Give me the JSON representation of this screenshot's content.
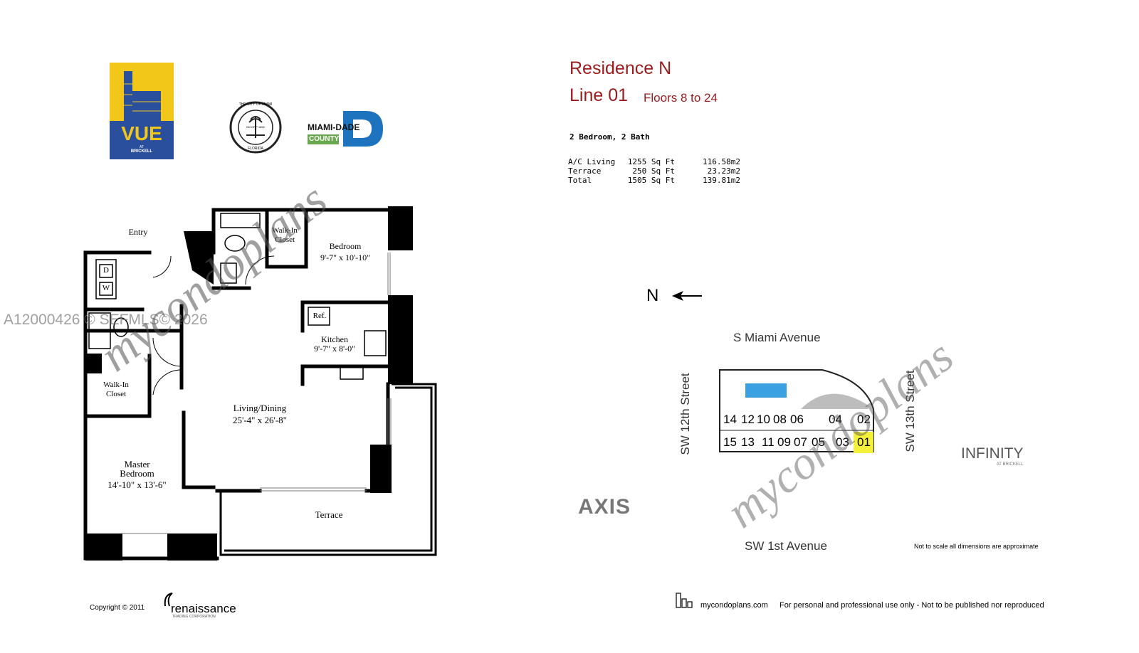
{
  "logos": {
    "vue": {
      "main": "VUE",
      "sub_at": "AT",
      "sub_name": "BRICKELL"
    },
    "city_seal": {
      "text_top": "THE CITY OF MIAMI",
      "text_bottom": "FLORIDA",
      "center": "INCORP 1896"
    },
    "miami_dade": {
      "line1": "MIAMI-DADE",
      "line2": "COUNTY",
      "letter": "D"
    }
  },
  "header": {
    "residence": "Residence N",
    "line": "Line 01",
    "floors": "Floors 8 to 24",
    "bed_bath": "2 Bedroom, 2 Bath"
  },
  "areas": [
    {
      "label": "A/C Living",
      "sqft": "1255 Sq Ft",
      "m2": "116.58m2"
    },
    {
      "label": "Terrace",
      "sqft": "250 Sq Ft",
      "m2": "23.23m2"
    },
    {
      "label": "Total",
      "sqft": "1505 Sq Ft",
      "m2": "139.81m2"
    }
  ],
  "floorplan": {
    "entry": "Entry",
    "walkin_top": [
      "Walk-In",
      "Closet"
    ],
    "bedroom": {
      "name": "Bedroom",
      "dim": "9'-7\" x 10'-10\""
    },
    "ref": "Ref.",
    "kitchen": {
      "name": "Kitchen",
      "dim": "9'-7\" x 8'-0\""
    },
    "walkin_left": [
      "Walk-In",
      "Closet"
    ],
    "living": {
      "name": "Living/Dining",
      "dim": "25'-4\" x 26'-8\""
    },
    "master": {
      "name1": "Master",
      "name2": "Bedroom",
      "dim": "14'-10\" x 13'-6\""
    },
    "terrace": "Terrace",
    "dryer": "D",
    "washer": "W"
  },
  "site": {
    "north": "N",
    "top_street": "S Miami Avenue",
    "left_street": "SW 12th Street",
    "right_street": "SW 13th Street",
    "bottom_street": "SW 1st Avenue",
    "units_top": [
      "14",
      "12",
      "10",
      "08",
      "06",
      "04",
      "02"
    ],
    "units_bottom": [
      "15",
      "13",
      "11",
      "09",
      "07",
      "05",
      "03",
      "01"
    ],
    "highlight_unit": "01",
    "highlight_color": "#f5f03a",
    "neighbor_left": "AXIS",
    "neighbor_right": "INFINITY",
    "neighbor_right_sub": "AT BRICKELL"
  },
  "watermarks": {
    "mls": "A12000426 © SEFMLS© 2026",
    "brand": "mycondoplans"
  },
  "footer": {
    "copyright": "Copyright  ©  2011",
    "renaissance": "renaissance",
    "renaissance_sub": "TRADING CORPORATION",
    "note": "Not to scale all dimensions are approximate",
    "site_url": "mycondoplans.com",
    "disclaimer": "For personal and professional use only - Not to be published nor reproduced"
  },
  "colors": {
    "title_red": "#9b1c1c",
    "wall": "#000000",
    "vue_yellow": "#f3c61a",
    "vue_blue": "#2a4f9c",
    "dade_blue": "#1e73be",
    "dade_green": "#6aa84f"
  }
}
